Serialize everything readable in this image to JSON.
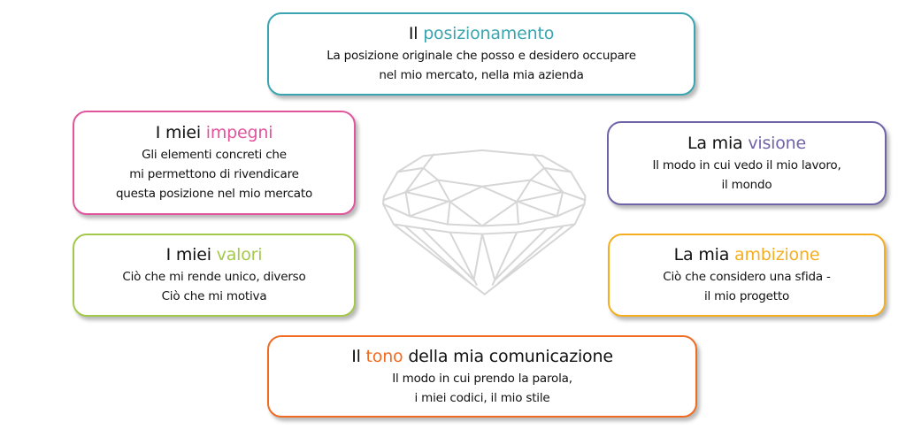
{
  "colors": {
    "positioning": "#3aa5b0",
    "commitments": "#e0559c",
    "vision": "#7163a8",
    "values": "#a3c94a",
    "ambition": "#f5ae1f",
    "tone": "#ef6c22",
    "diamond_stroke": "#d6d6d6"
  },
  "cards": {
    "positioning": {
      "title_prefix": "Il",
      "title_highlight": "posizionamento",
      "title_suffix": "",
      "body": [
        "La posizione originale che posso e desidero occupare",
        "nel mio mercato, nella mia azienda"
      ]
    },
    "commitments": {
      "title_prefix": "I miei",
      "title_highlight": "impegni",
      "title_suffix": "",
      "body": [
        "Gli elementi concreti che",
        "mi permettono di rivendicare",
        "questa posizione nel mio mercato"
      ]
    },
    "vision": {
      "title_prefix": "La mia",
      "title_highlight": "visione",
      "title_suffix": "",
      "body": [
        "Il modo in cui vedo il mio lavoro,",
        "il mondo"
      ]
    },
    "values": {
      "title_prefix": "I miei",
      "title_highlight": "valori",
      "title_suffix": "",
      "body": [
        "Ciò che mi rende unico, diverso",
        "Ciò che mi motiva"
      ]
    },
    "ambition": {
      "title_prefix": "La mia",
      "title_highlight": "ambizione",
      "title_suffix": "",
      "body": [
        "Ciò che considero una sfida -",
        "il mio progetto"
      ]
    },
    "tone": {
      "title_prefix": "Il",
      "title_highlight": "tono",
      "title_suffix": "della mia comunicazione",
      "body": [
        "Il modo in cui prendo la parola,",
        "i miei codici, il mio stile"
      ]
    }
  },
  "center_icon": "diamond-icon"
}
